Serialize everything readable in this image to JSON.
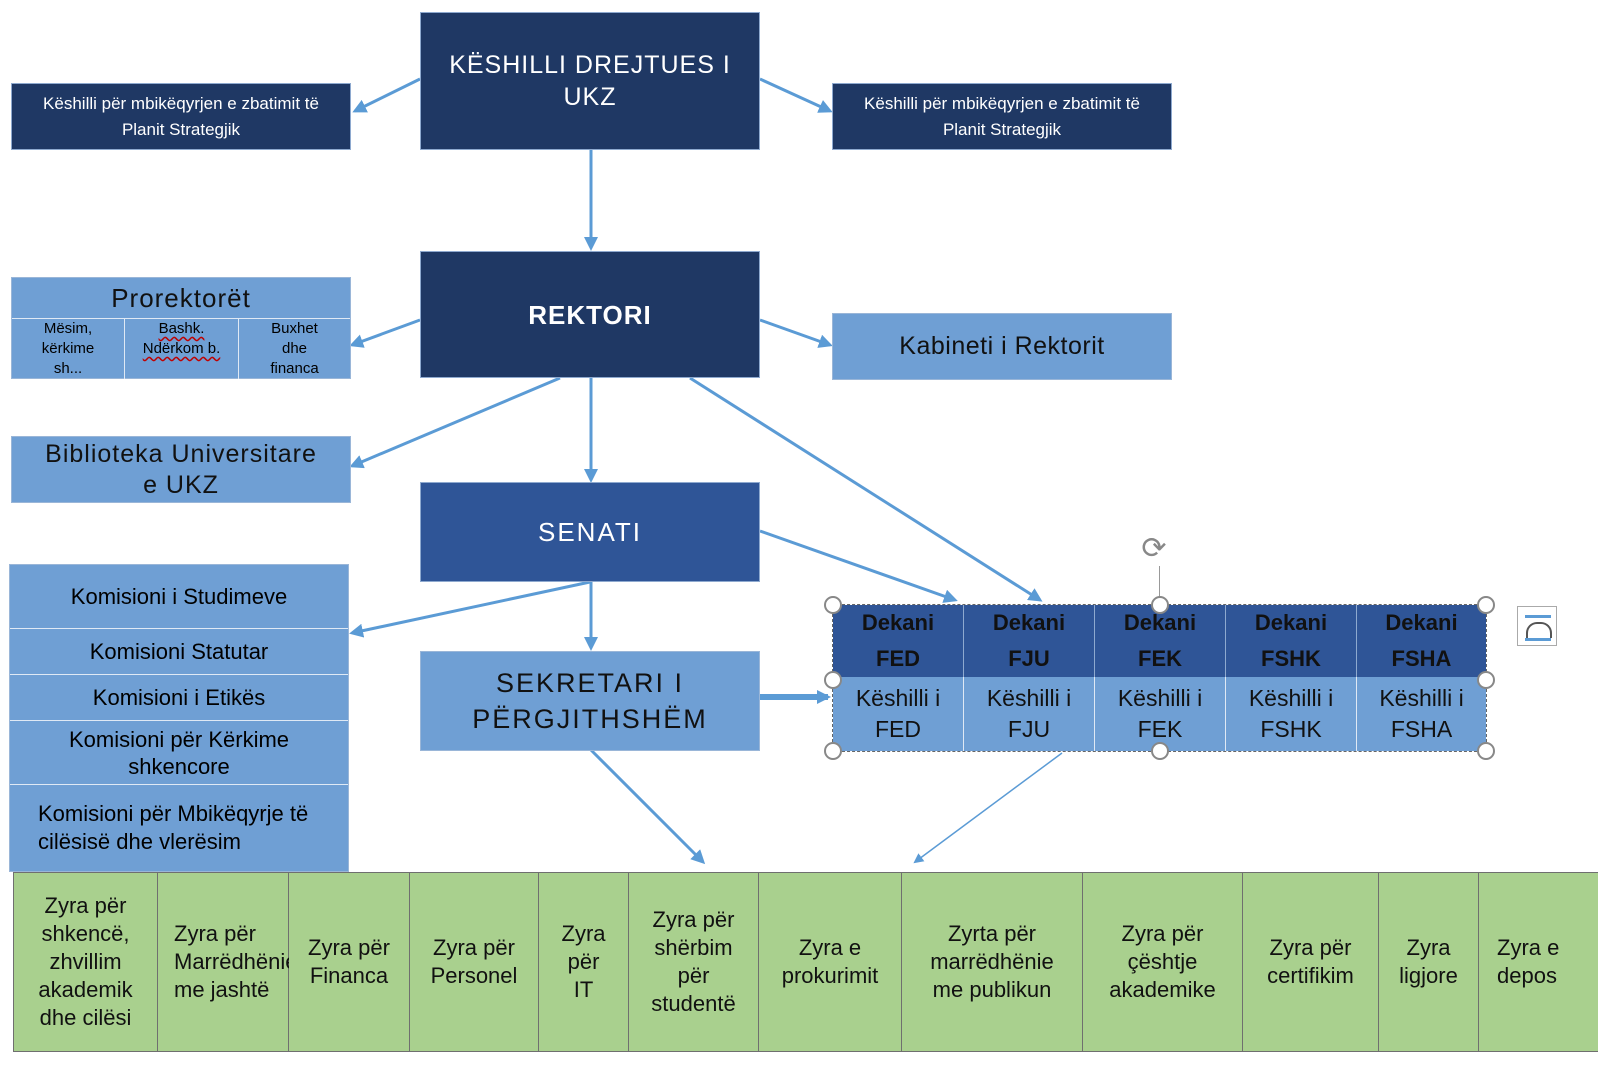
{
  "board": {
    "title": "KËSHILLI DREJTUES I UKZ"
  },
  "monitoring_left": {
    "label": "Këshilli për mbikëqyrjen e zbatimit të Planit Strategjik"
  },
  "monitoring_right": {
    "label": "Këshilli për mbikëqyrjen e zbatimit të Planit Strategjik"
  },
  "rector": {
    "title": "REKTORI"
  },
  "prorectors": {
    "title": "Prorektorët",
    "items": [
      "Mësim, kërkime sh...",
      "Bashk. Ndërkom b.",
      "Buxhet dhe financa"
    ]
  },
  "cabinet": {
    "label": "Kabineti i Rektorit"
  },
  "library": {
    "label": "Biblioteka Universitare e UKZ"
  },
  "senate": {
    "title": "SENATI"
  },
  "secretary": {
    "title": "SEKRETARI I PËRGJITHSHËM"
  },
  "commissions": [
    "Komisioni i Studimeve",
    "Komisioni Statutar",
    "Komisioni i Etikës",
    "Komisioni për Kërkime shkencore",
    "Komisioni për Mbikëqyrje të cilësisë dhe vlerësim"
  ],
  "faculties": {
    "deans": [
      "Dekani FED",
      "Dekani FJU",
      "Dekani FEK",
      "Dekani FSHK",
      "Dekani FSHA"
    ],
    "councils": [
      "Këshilli i FED",
      "Këshilli i FJU",
      "Këshilli i FEK",
      "Këshilli i FSHK",
      "Këshilli i FSHA"
    ]
  },
  "offices": [
    "Zyra për shkencë, zhvillim akademik dhe cilësi",
    "Zyra për Marrëdhënie me jashtë",
    "Zyra për Financa",
    "Zyra për Personel",
    "Zyra për IT",
    "Zyra për shërbim për studentë",
    "Zyra e prokurimit",
    "Zyrta për marrëdhënie me publikun",
    "Zyra për çështje akademike",
    "Zyra për certifikim",
    "Zyra ligjore",
    "Zyra e depos"
  ],
  "colors": {
    "dark": "#1f3864",
    "mid": "#2f5597",
    "light": "#6f9fd4",
    "green": "#a9d08e",
    "arrow": "#5b9bd5"
  }
}
